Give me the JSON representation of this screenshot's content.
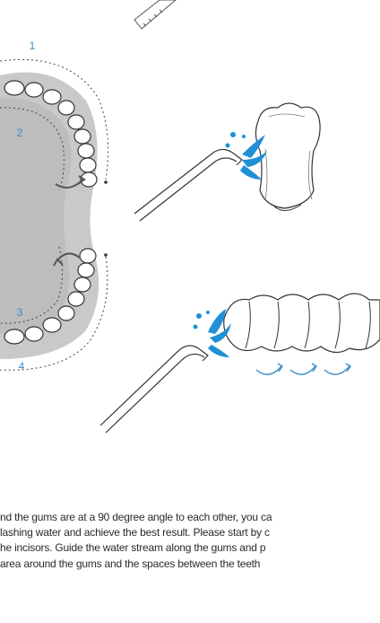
{
  "diagram": {
    "zone_labels": [
      "1",
      "2",
      "3",
      "4"
    ],
    "colors": {
      "gum_fill": "#c9c9c9",
      "water_spray": "#1f8fd6",
      "zone_label": "#3b8fc9",
      "line_art": "#3a3a3a"
    },
    "icons": [
      "water-flosser-nozzle",
      "tooth",
      "dental-arch",
      "flow-arrow"
    ]
  },
  "instructions": {
    "lines": [
      "nd the gums are at a 90 degree angle to each other, you ca",
      "lashing water and achieve the best result. Please start by c",
      "he incisors. Guide the water stream along the gums and p",
      " area around the gums and the spaces between the teeth"
    ]
  }
}
